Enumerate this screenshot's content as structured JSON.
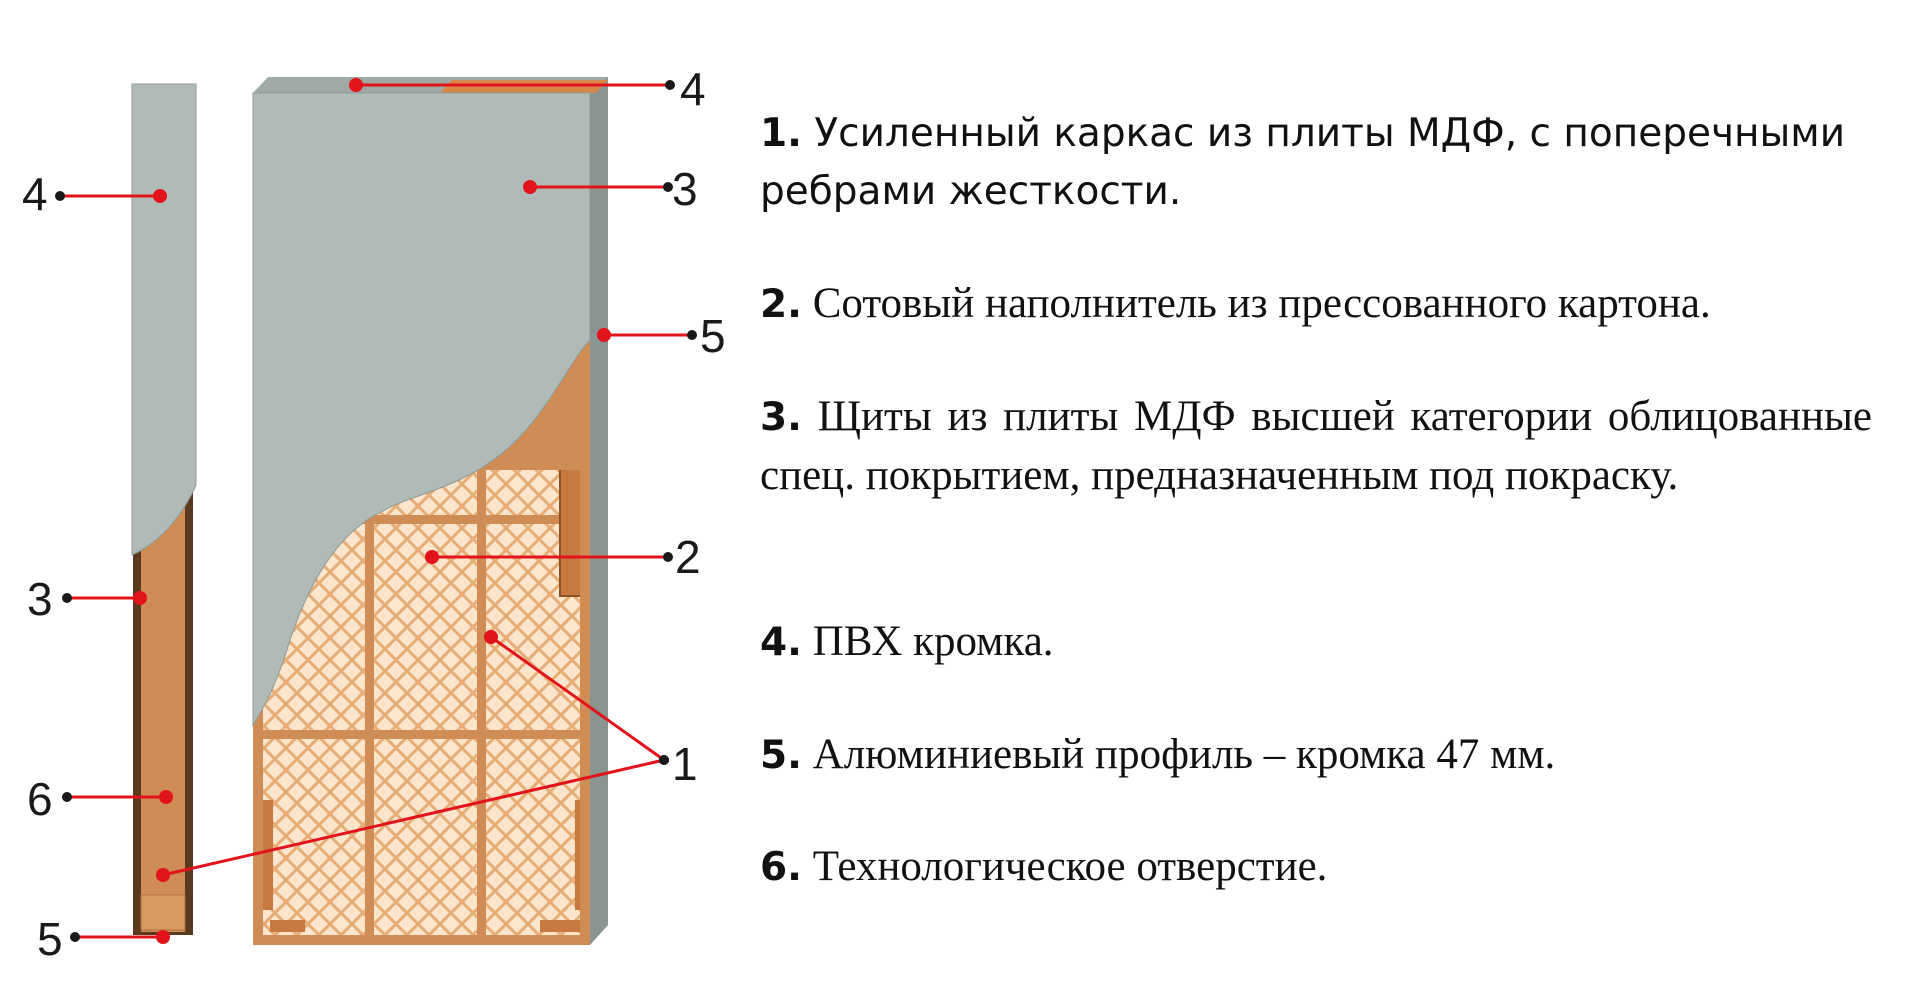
{
  "callout_labels": {
    "side_top": "4",
    "side_mid": "3",
    "side_hole": "6",
    "side_bottom": "5",
    "front_top": "4",
    "front_panel": "3",
    "front_profile": "5",
    "front_filler": "2",
    "front_frame": "1"
  },
  "legend": [
    {
      "num": "1.",
      "text": "Усиленный каркас из плиты МДФ, с поперечными ребрами жесткости."
    },
    {
      "num": "2.",
      "text": "Сотовый наполнитель из прессованного картона."
    },
    {
      "num": "3.",
      "text": "Щиты из плиты МДФ высшей категории облицованные спец. покрытием, предназначенным под покраску."
    },
    {
      "num": "4.",
      "text": "ПВХ кромка."
    },
    {
      "num": "5.",
      "text": "Алюминиевый профиль – кромка 47 мм."
    },
    {
      "num": "6.",
      "text": "Технологическое отверстие."
    }
  ],
  "colors": {
    "mdf_panel": "#b0bab6",
    "frame_wood": "#cf8c54",
    "honeycomb_bg": "#fbe6cd",
    "honeycomb_line": "#e6ad77",
    "aluminium": "#8a9490",
    "callout_line": "#e3131b",
    "callout_dot": "#e3131b"
  }
}
